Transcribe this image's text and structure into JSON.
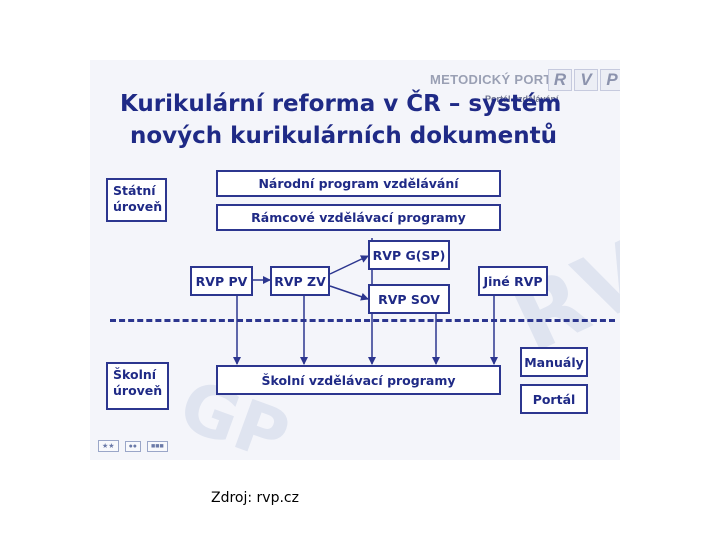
{
  "slide": {
    "title_line1": "Kurikulární reforma v ČR – systém",
    "title_line2": "nových kurikulárních dokumentů",
    "portal": {
      "name": "METODICKÝ PORTÁL",
      "letters": [
        "R",
        "V",
        "P"
      ],
      "subtitle": "Portál vzdělávání"
    },
    "levels": {
      "state": [
        "Státní",
        "úroveň"
      ],
      "school": [
        "Školní",
        "úroveň"
      ]
    },
    "nodes": {
      "national": "Národní program vzdělávání",
      "frame": "Rámcové vzdělávací programy",
      "rvp_pv": "RVP PV",
      "rvp_zv": "RVP ZV",
      "rvp_g": "RVP G(SP)",
      "rvp_sov": "RVP SOV",
      "other_rvp": "Jiné RVP",
      "school_programs": "Školní vzdělávací programy",
      "manuals": "Manuály",
      "portal": "Portál"
    }
  },
  "caption": "Zdroj: rvp.cz",
  "colors": {
    "accent": "#2c368f",
    "text": "#1f2a86",
    "slide_bg": "#f4f5fa"
  },
  "icons": [
    "project-logos"
  ]
}
